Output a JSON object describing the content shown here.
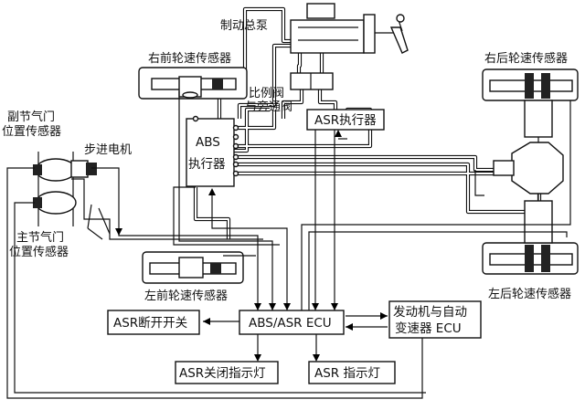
{
  "labels": {
    "master_cylinder": "制动总泵",
    "front_right_sensor": "右前轮速传感器",
    "rear_right_sensor": "右后轮速传感器",
    "proportion_valve_1": "比例阀",
    "proportion_valve_2": "与旁通阀",
    "asr_actuator": "ASR执行器",
    "abs_actuator_1": "ABS",
    "abs_actuator_2": "执行器",
    "sub_throttle_1": "副节气门",
    "sub_throttle_2": "位置传感器",
    "stepper_motor": "步进电机",
    "main_throttle_1": "主节气门",
    "main_throttle_2": "位置传感器",
    "front_left_sensor": "左前轮速传感器",
    "rear_left_sensor": "左后轮速传感器",
    "asr_switch": "ASR断开开关",
    "ecu": "ABS/ASR ECU",
    "engine_ecu_1": "发动机与自动",
    "engine_ecu_2": "变速器 ECU",
    "asr_off_lamp": "ASR关闭指示灯",
    "asr_lamp": "ASR 指示灯"
  }
}
